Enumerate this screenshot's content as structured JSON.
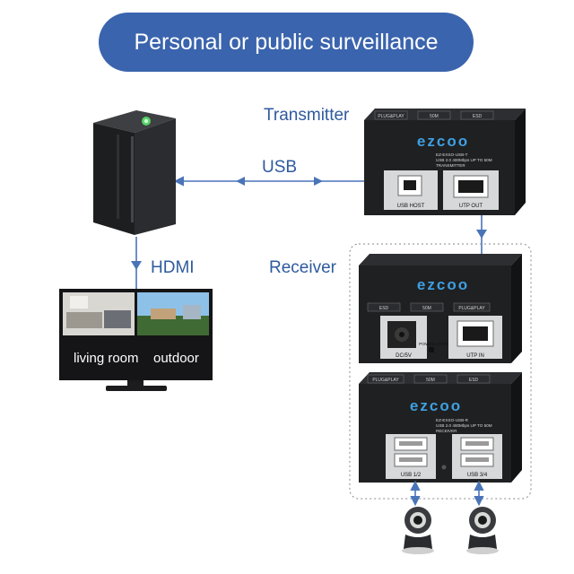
{
  "title": "Personal or public surveillance system",
  "labels": {
    "transmitter": "Transmitter",
    "usb": "USB",
    "hdmi": "HDMI",
    "receiver": "Receiver"
  },
  "monitor": {
    "left_panel": "living room",
    "right_panel": "outdoor"
  },
  "transmitter_box": {
    "tabs": [
      "PLUG&PLAY",
      "50M",
      "ESD"
    ],
    "logo": "ezcoo",
    "model": "EZ-EXSO-USB-T",
    "spec": "USB 2.0 480Mbps UP TO 50M",
    "role": "TRANSMITTER",
    "port_usb": "USB HOST",
    "port_utp": "UTP OUT"
  },
  "receiver_top_box": {
    "tabs": [
      "ESD",
      "50M",
      "PLUG&PLAY"
    ],
    "logo": "ezcoo",
    "port_dc": "DC/5V",
    "status": "POWER STATUS",
    "port_utp": "UTP IN"
  },
  "receiver_bottom_box": {
    "tabs": [
      "PLUG&PLAY",
      "50M",
      "ESD"
    ],
    "logo": "ezcoo",
    "model": "EZ-EXSO-USB-R",
    "spec": "USB 2.0 480Mbps UP TO 50M",
    "role": "RECEIVER",
    "port_a": "USB 1/2",
    "port_b": "USB 3/4"
  },
  "colors": {
    "accent": "#3a64ad",
    "label": "#2f5a9e",
    "line": "#4a74b8",
    "device": "#1f2022",
    "logo": "#3f9fe0"
  }
}
